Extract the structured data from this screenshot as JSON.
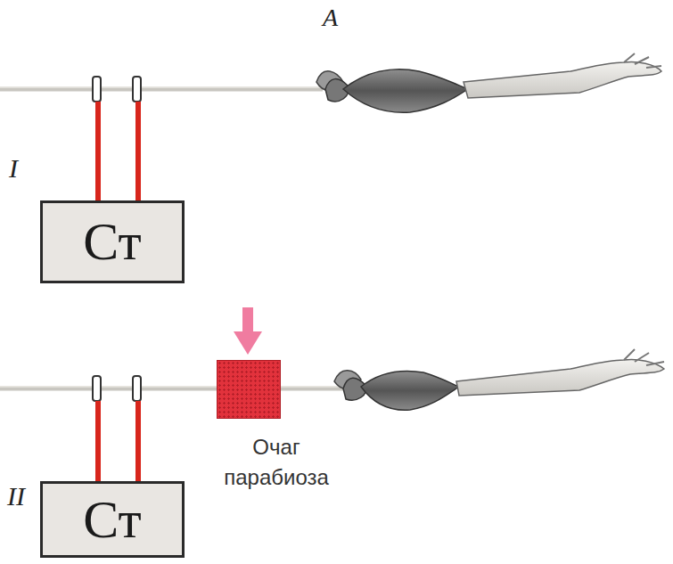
{
  "diagram": {
    "nodes": [
      {
        "text": [
          "Ст"
        ]
      },
      {
        "text": [
          "Очаг парабиоза"
        ]
      },
      {
        "text": [
          "Ст"
        ]
      }
    ],
    "labels": [
      "A",
      "I",
      "II"
    ]
  }
}
